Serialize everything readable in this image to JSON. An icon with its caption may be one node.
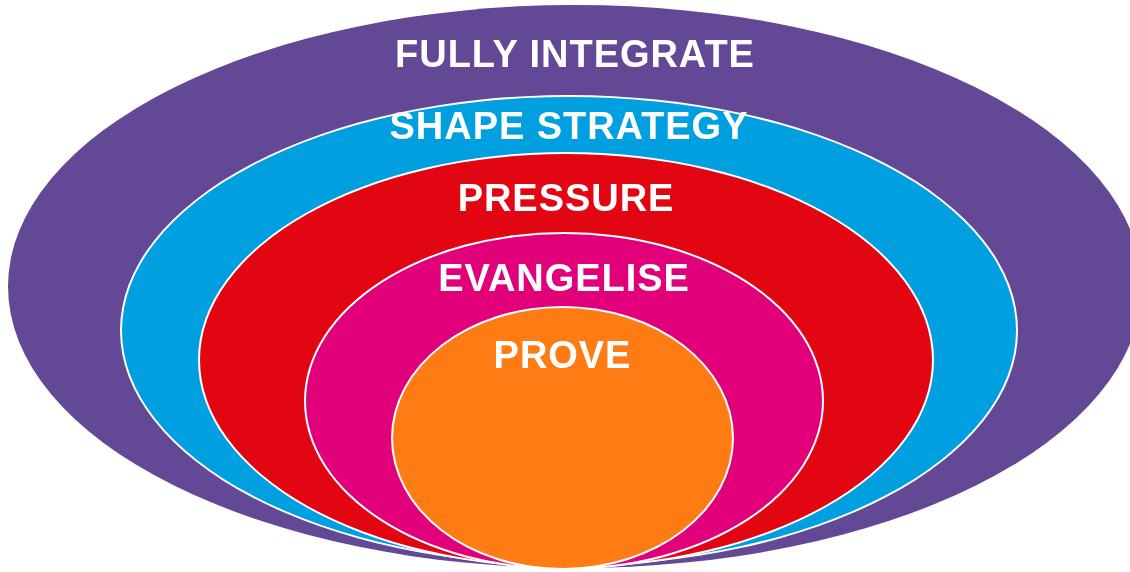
{
  "diagram": {
    "nodes": [
      {
        "text": [
          "FULLY INTEGRATE"
        ]
      },
      {
        "text": [
          "SHAPE STRATEGY"
        ],
        "in": 0
      },
      {
        "text": [
          "PRESSURE"
        ],
        "in": 1
      },
      {
        "text": [
          "EVANGELISE"
        ],
        "in": 2
      },
      {
        "text": [
          "PROVE"
        ],
        "in": 3
      }
    ]
  }
}
